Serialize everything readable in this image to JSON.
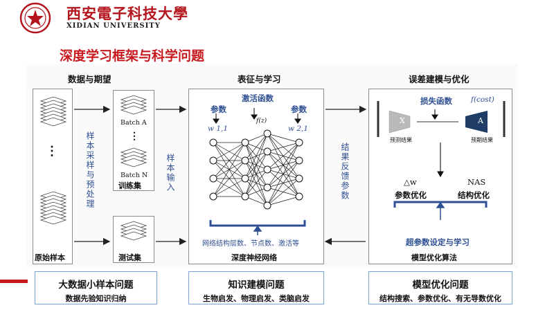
{
  "header": {
    "university_cn": "西安電子科技大學",
    "university_en": "XIDIAN UNIVERSITY",
    "logo_icon": "university-seal-icon",
    "accent_color": "#b4141c"
  },
  "slide": {
    "title": "深度学习框架与科学问题",
    "title_color": "#c8191e"
  },
  "columns": {
    "data": {
      "header": "数据与期望",
      "raw_samples_label": "原始样本",
      "ellipsis": "⋮",
      "batch_a": "Batch A",
      "batch_n": "Batch N",
      "train_set": "训练集",
      "test_set": "测试集",
      "sampling_label": "样本采样与预处理",
      "input_label": "样本输入"
    },
    "representation": {
      "header": "表征与学习",
      "param_left": "参数",
      "activation": "激活函数",
      "param_right": "参数",
      "w_left": "w 1,1",
      "fz": "f(z)",
      "w_right": "w 2,1",
      "network_params": "网络结构层数、节点数、激活等",
      "network_name": "深度神经网络",
      "feedback_label": "结果反馈参数"
    },
    "optimization": {
      "header": "误差建模与优化",
      "loss": "损失函数",
      "fcost": "f(cost)",
      "x_label": "X",
      "x_caption": "预测结果",
      "a_label": "A",
      "a_caption": "预期结果",
      "delta_w": "△w",
      "nas": "NAS",
      "param_opt": "参数优化",
      "struct_opt": "结构优化",
      "hyper": "超参数设定与学习",
      "algo": "模型优化算法"
    }
  },
  "summaries": [
    {
      "title": "大数据小样本问题",
      "subtitle": "数据先验知识归纳"
    },
    {
      "title": "知识建模问题",
      "subtitle": "生物启发、物理启发、类脑启发"
    },
    {
      "title": "模型优化问题",
      "subtitle": "结构搜索、参数优化、有无导数优化"
    }
  ]
}
